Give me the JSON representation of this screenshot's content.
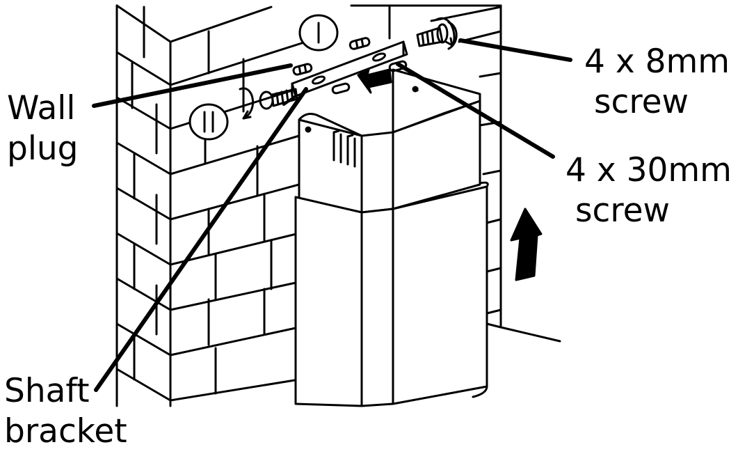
{
  "labels": {
    "wall_plug": [
      "Wall",
      "plug"
    ],
    "shaft_bracket": [
      "Shaft",
      "bracket"
    ],
    "screw_8mm": [
      "4 x 8mm",
      "screw"
    ],
    "screw_30mm": [
      "4 x 30mm",
      "screw"
    ]
  },
  "steps": {
    "step_1": "I",
    "step_2": "II"
  },
  "icons": {
    "arrow_up": "up-arrow-icon",
    "arrow_push": "push-arrow-icon",
    "rotation": "rotation-icon"
  },
  "colors": {
    "line": "#000000",
    "background": "#ffffff"
  }
}
